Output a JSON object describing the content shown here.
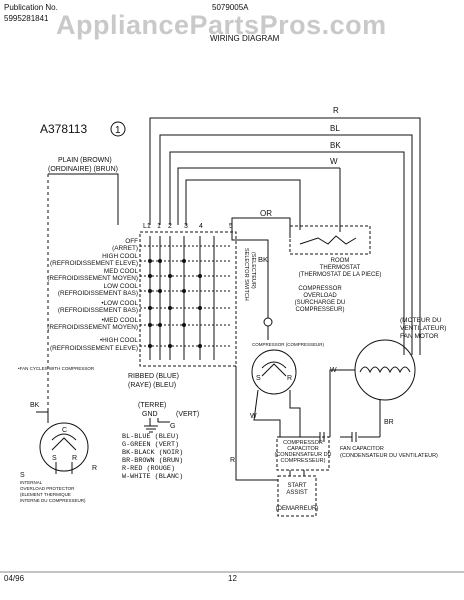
{
  "header": {
    "pub_label": "Publication No.",
    "pub_number": "5995281841",
    "doc_number": "5079005A",
    "title": "WIRING DIAGRAM",
    "watermark": "AppliancePartsPros.com"
  },
  "figure_id": "A378113",
  "figure_num": "1",
  "wires": {
    "R": "R",
    "BL": "BL",
    "BK": "BK",
    "W": "W",
    "OR": "OR"
  },
  "plain_note": [
    "PLAIN   (BROWN)",
    "(ORDINAIRE) (BRUN)"
  ],
  "switch_terminals": [
    "L1",
    "1",
    "2",
    "3",
    "4",
    "5"
  ],
  "switch_modes": [
    [
      "OFF",
      "(ARRET)"
    ],
    [
      "HIGH COOL",
      "(REFROIDISSEMENT ELEVE)"
    ],
    [
      "MED COOL",
      "(REFROIDISSEMENT MOYEN)"
    ],
    [
      "LOW COOL",
      "(REFROIDISSEMENT BAS)"
    ],
    [
      "•LOW COOL",
      "(REFROIDISSEMENT BAS)"
    ],
    [
      "•MED COOL",
      "(REFROIDISSEMENT MOYEN)"
    ],
    [
      "•HIGH COOL",
      "(REFROIDISSEMENT ELEVE)"
    ]
  ],
  "selector_switch": [
    "SELECTOR SWITCH",
    "(SELECTEUR)"
  ],
  "thermostat": [
    "ROOM",
    "THERMOSTAT",
    "(THERMOSTAT DE LA PIECE)"
  ],
  "overload": [
    "COMPRESSOR",
    "OVERLOAD",
    "(SURCHARGE DU",
    "COMPRESSEUR)"
  ],
  "compressor_label": "COMPRESSOR (COMPRESSEUR)",
  "fan_motor": [
    "(MOTEUR DU",
    "VENTILATEUR)",
    "FAN MOTOR"
  ],
  "fan_cycle_note": "•FAN CYCLES WITH COMPRESSOR",
  "internal_overload": [
    "INTERNAL",
    "OVERLOAD PROTECTOR",
    "(ELEMENT THERMIQUE",
    "INTERNE DU COMPRESSEUR)"
  ],
  "ribbed": [
    "RIBBED   (BLUE)",
    "(RAYE)    (BLEU)"
  ],
  "ground": [
    "(TERRE)",
    "GND",
    "G",
    "(VERT)"
  ],
  "color_legend": [
    "BL-BLUE (BLEU)",
    "G-GREEN (VERT)",
    "BK-BLACK (NOIR)",
    "BR-BROWN (BRUN)",
    "R-RED (ROUGE)",
    "W-WHITE (BLANC)"
  ],
  "compressor_capacitor": [
    "COMPRESSOR",
    "CAPACITOR",
    "(CONDENSATEUR DU",
    "COMPRESSEUR)"
  ],
  "fan_capacitor": [
    "FAN CAPACITOR",
    "(CONDENSATEUR DU VENTILATEUR)"
  ],
  "start_assist": [
    "START",
    "ASSIST",
    "(DEMARREUR)"
  ],
  "terminals": {
    "C": "C",
    "S": "S",
    "R": "R"
  },
  "footer": {
    "date": "04/96",
    "page": "12"
  }
}
